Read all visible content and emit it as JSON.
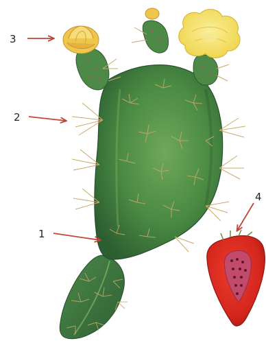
{
  "figure": {
    "callouts": [
      {
        "number": "1",
        "part": "stem-pad"
      },
      {
        "number": "2",
        "part": "spines"
      },
      {
        "number": "3",
        "part": "flower-bud"
      },
      {
        "number": "4",
        "part": "fruit"
      }
    ],
    "colors": {
      "arrow": "#c0453a",
      "pad_dark": "#2f6a35",
      "pad_mid": "#4f8f45",
      "pad_light": "#7fb45e",
      "spine": "#c9a86a",
      "flower": "#f2dc5a",
      "bud": "#f0c64a",
      "fruit": "#d3261d",
      "fruit_pulp": "#c24a6a"
    }
  }
}
